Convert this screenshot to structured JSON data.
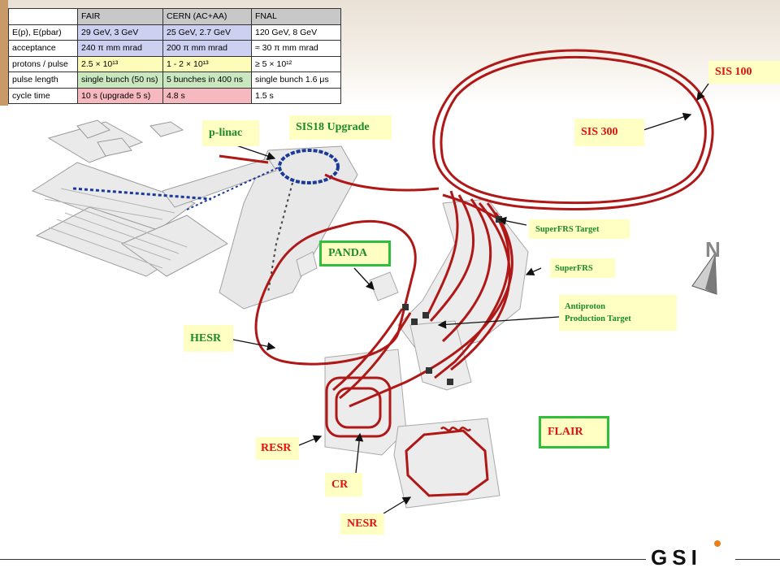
{
  "comparison_table": {
    "headers": [
      "",
      "FAIR",
      "CERN (AC+AA)",
      "FNAL"
    ],
    "rows": [
      {
        "label": "E(p), E(pbar)",
        "cells": [
          "29 GeV, 3 GeV",
          "25 GeV, 2.7 GeV",
          "120 GeV, 8 GeV"
        ],
        "row_color": "blue"
      },
      {
        "label": "acceptance",
        "cells": [
          "240 π mm mrad",
          "200 π mm mrad",
          "≈ 30 π mm mrad"
        ],
        "row_color": "blue"
      },
      {
        "label": "protons / pulse",
        "cells": [
          "2.5 × 10¹³",
          "1 - 2 × 10¹³",
          "≥ 5 × 10¹²"
        ],
        "row_color": "yellow"
      },
      {
        "label": "pulse length",
        "cells": [
          "single bunch (50 ns)",
          "5 bunches in 400 ns",
          "single bunch 1.6 μs"
        ],
        "row_color": "green"
      },
      {
        "label": "cycle time",
        "cells": [
          "10 s (upgrade 5 s)",
          "4.8 s",
          "1.5 s"
        ],
        "row_color": "red"
      }
    ]
  },
  "labels": {
    "sis100": "SIS 100",
    "sis300": "SIS 300",
    "sis18": "SIS18 Upgrade",
    "plinac": "p-linac",
    "superfrs_target": "SuperFRS Target",
    "superfrs": "SuperFRS",
    "antiproton_line1": "Antiproton",
    "antiproton_line2": "Production Target",
    "panda": "PANDA",
    "hesr": "HESR",
    "flair": "FLAIR",
    "resr": "RESR",
    "cr": "CR",
    "nesr": "NESR",
    "compass_letter": "N",
    "logo": "GSI"
  },
  "colors": {
    "beamline": "#b01818",
    "building": "#e6e6e6",
    "existing_ring": "#1a3a9a",
    "label_bg": "#ffffc4",
    "label_border": "#2fbf3a"
  }
}
